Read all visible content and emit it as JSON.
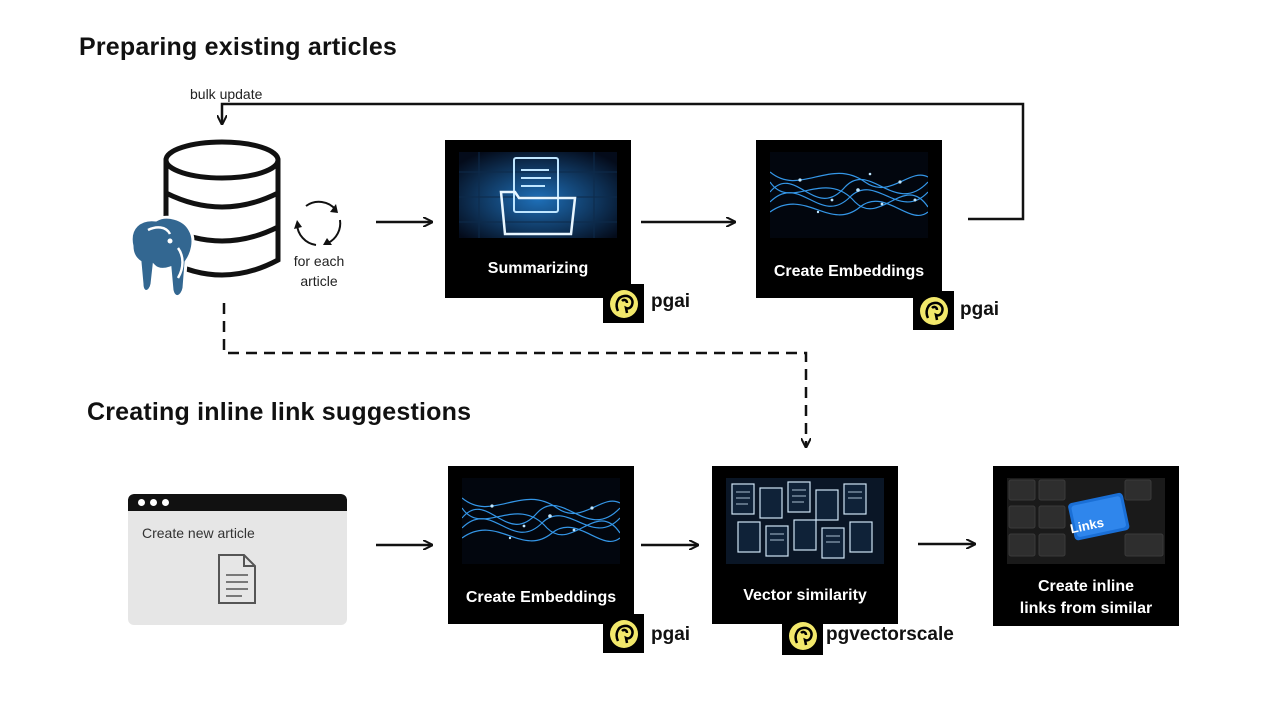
{
  "sections": {
    "top_title": "Preparing existing articles",
    "bottom_title": "Creating inline link suggestions"
  },
  "labels": {
    "bulk_update": "bulk update",
    "for_each_line1": "for each",
    "for_each_line2": "article"
  },
  "top_flow": {
    "summarizing": "Summarizing",
    "create_embeddings": "Create Embeddings"
  },
  "bottom_flow": {
    "new_article": "Create new article",
    "create_embeddings": "Create Embeddings",
    "vector_similarity": "Vector similarity",
    "links_line1": "Create inline",
    "links_line2": "links from similar",
    "key_label": "Links"
  },
  "badges": {
    "pgai": "pgai",
    "pgvectorscale": "pgvectorscale"
  },
  "colors": {
    "badge_yellow": "#f2e86b",
    "glow_blue": "#3aa6ff",
    "key_blue": "#1a6fd6"
  }
}
